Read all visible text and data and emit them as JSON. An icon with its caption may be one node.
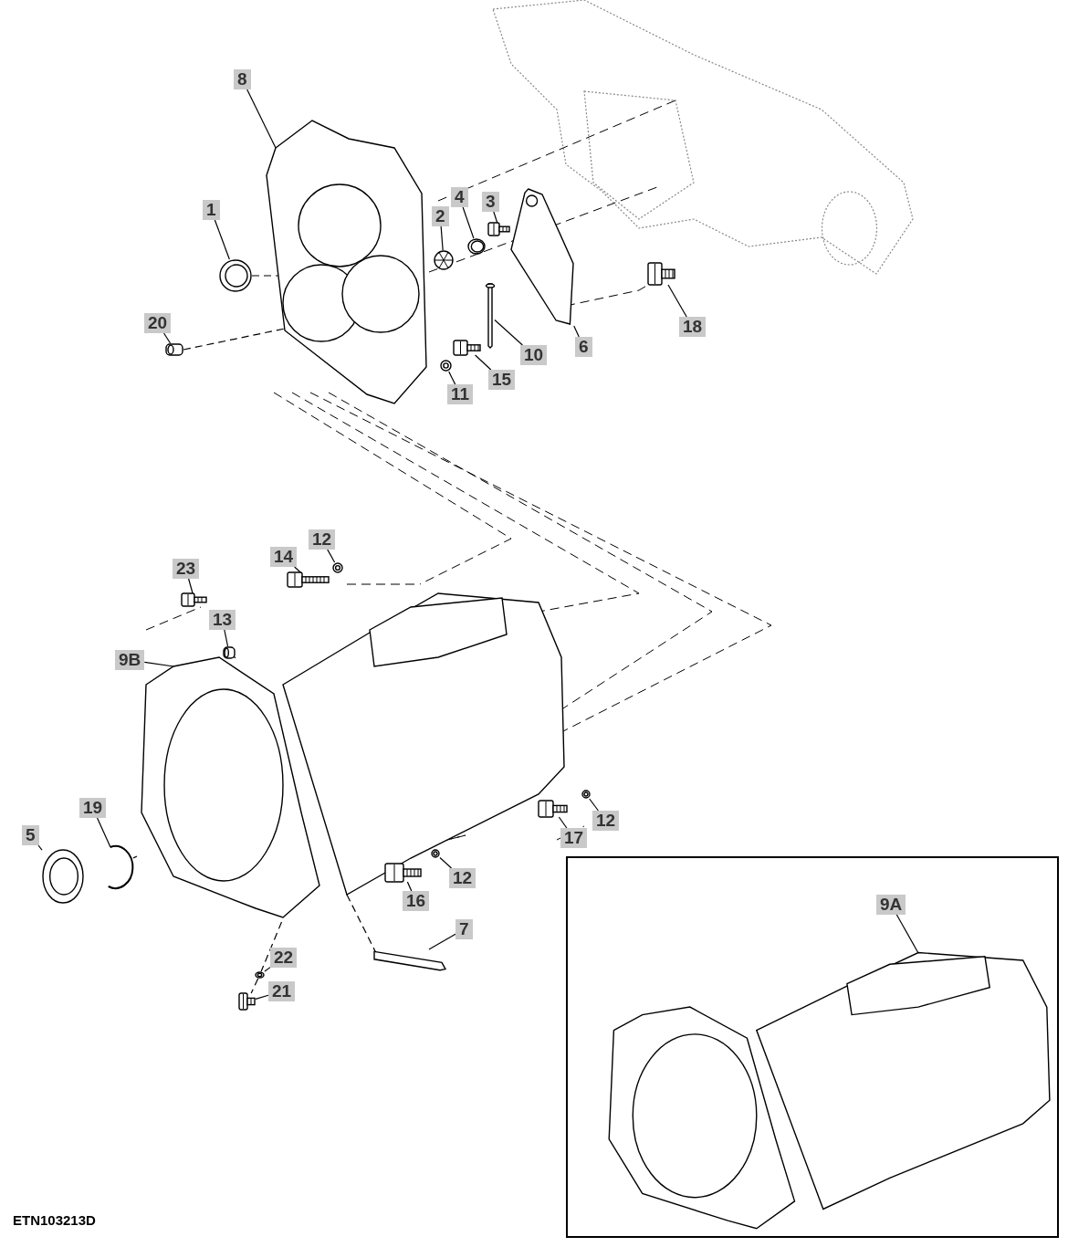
{
  "diagram": {
    "nodes": [
      {
        "text": [
          "8"
        ]
      },
      {
        "text": [
          "1"
        ]
      },
      {
        "text": [
          "20"
        ]
      },
      {
        "text": [
          "2"
        ]
      },
      {
        "text": [
          "4"
        ]
      },
      {
        "text": [
          "3"
        ]
      },
      {
        "text": [
          "6"
        ]
      },
      {
        "text": [
          "18"
        ]
      },
      {
        "text": [
          "10"
        ]
      },
      {
        "text": [
          "15"
        ]
      },
      {
        "text": [
          "11"
        ]
      },
      {
        "text": [
          "12"
        ]
      },
      {
        "text": [
          "14"
        ]
      },
      {
        "text": [
          "23"
        ]
      },
      {
        "text": [
          "13"
        ]
      },
      {
        "text": [
          "9B"
        ]
      },
      {
        "text": [
          "19"
        ]
      },
      {
        "text": [
          "5"
        ]
      },
      {
        "text": [
          "17"
        ]
      },
      {
        "text": [
          "12"
        ]
      },
      {
        "text": [
          "16"
        ]
      },
      {
        "text": [
          "12"
        ]
      },
      {
        "text": [
          "7"
        ]
      },
      {
        "text": [
          "22"
        ]
      },
      {
        "text": [
          "21"
        ]
      },
      {
        "text": [],
        "shape": "picture"
      },
      {
        "text": [],
        "shape": "picture"
      },
      {
        "text": [],
        "shape": "picture"
      },
      {
        "text": [],
        "shape": "picture"
      },
      {
        "text": [],
        "shape": "picture"
      },
      {
        "text": [],
        "shape": "picture"
      },
      {
        "text": [],
        "shape": "picture"
      },
      {
        "text": [],
        "shape": "picture"
      },
      {
        "text": [],
        "shape": "picture"
      },
      {
        "text": [],
        "shape": "picture"
      },
      {
        "text": [],
        "shape": "picture"
      },
      {
        "text": [],
        "shape": "picture"
      },
      {
        "text": [],
        "shape": "picture"
      },
      {
        "text": [],
        "shape": "picture"
      },
      {
        "text": [],
        "shape": "picture"
      },
      {
        "text": [],
        "shape": "picture"
      },
      {
        "text": [],
        "shape": "picture"
      },
      {
        "text": [],
        "shape": "picture"
      },
      {
        "text": [],
        "shape": "picture"
      },
      {
        "text": [],
        "shape": "picture"
      },
      {
        "text": [],
        "shape": "picture"
      },
      {
        "text": [],
        "shape": "picture"
      },
      {
        "text": [],
        "shape": "picture"
      },
      {
        "text": [],
        "shape": "picture"
      },
      {
        "text": [],
        "shape": "picture"
      },
      {
        "text": [],
        "shape": "box"
      },
      {
        "text": [
          "9A"
        ],
        "in": 50
      },
      {
        "text": [],
        "shape": "picture",
        "in": 50
      }
    ],
    "edges": [
      {
        "from": 0,
        "to": 25,
        "arrow": "none"
      },
      {
        "from": 1,
        "to": 26,
        "arrow": "none"
      },
      {
        "from": 2,
        "to": 27,
        "arrow": "none"
      },
      {
        "from": 3,
        "to": 28,
        "arrow": "none"
      },
      {
        "from": 4,
        "to": 29,
        "arrow": "none"
      },
      {
        "from": 5,
        "to": 30,
        "arrow": "none"
      },
      {
        "from": 6,
        "to": 31,
        "arrow": "none"
      },
      {
        "from": 7,
        "to": 32,
        "arrow": "none"
      },
      {
        "from": 8,
        "to": 33,
        "arrow": "none"
      },
      {
        "from": 9,
        "to": 34,
        "arrow": "none"
      },
      {
        "from": 10,
        "to": 35,
        "arrow": "none"
      },
      {
        "from": 11,
        "to": 36,
        "arrow": "none"
      },
      {
        "from": 12,
        "to": 37,
        "arrow": "none"
      },
      {
        "from": 13,
        "to": 38,
        "arrow": "none"
      },
      {
        "from": 14,
        "to": 39,
        "arrow": "none"
      },
      {
        "from": 15,
        "to": 40,
        "arrow": "none"
      },
      {
        "from": 16,
        "to": 41,
        "arrow": "none"
      },
      {
        "from": 17,
        "to": 42,
        "arrow": "none"
      },
      {
        "from": 18,
        "to": 43,
        "arrow": "none"
      },
      {
        "from": 19,
        "to": 44,
        "arrow": "none"
      },
      {
        "from": 20,
        "to": 45,
        "arrow": "none"
      },
      {
        "from": 21,
        "to": 46,
        "arrow": "none"
      },
      {
        "from": 22,
        "to": 47,
        "arrow": "none"
      },
      {
        "from": 23,
        "to": 48,
        "arrow": "none"
      },
      {
        "from": 24,
        "to": 49,
        "arrow": "none"
      },
      {
        "from": 51,
        "to": 52,
        "arrow": "none"
      },
      {
        "from": 27,
        "to": 25,
        "arrow": "none",
        "style": "dashed"
      },
      {
        "from": 26,
        "to": 25,
        "arrow": "none",
        "style": "dashed"
      },
      {
        "from": 39,
        "to": 40,
        "arrow": "none",
        "style": "dashed"
      },
      {
        "from": 41,
        "to": 40,
        "arrow": "none",
        "style": "dashed"
      },
      {
        "from": 40,
        "to": 47,
        "arrow": "none",
        "style": "dashed"
      },
      {
        "from": 40,
        "to": 48,
        "arrow": "none",
        "style": "dashed"
      },
      {
        "from": 48,
        "to": 49,
        "arrow": "none",
        "style": "dashed"
      }
    ],
    "labels": [
      "ETN103213D"
    ]
  }
}
